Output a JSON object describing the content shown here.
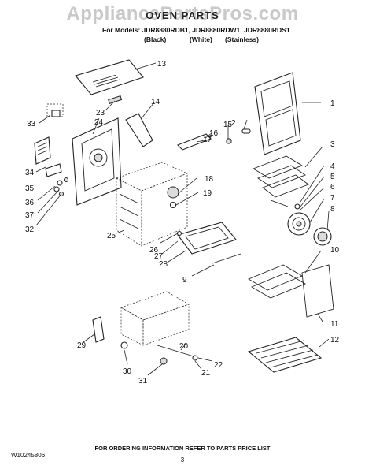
{
  "watermark": "AppliancePartsPros.com",
  "header": {
    "title": "OVEN PARTS",
    "models_line": "For Models: JDR8880RDB1, JDR8880RDW1, JDR8880RDS1",
    "variants": [
      "(Black)",
      "(White)",
      "(Stainless)"
    ]
  },
  "callouts": [
    "1",
    "2",
    "3",
    "4",
    "5",
    "6",
    "7",
    "8",
    "9",
    "10",
    "11",
    "12",
    "13",
    "14",
    "15",
    "16",
    "17",
    "18",
    "19",
    "20",
    "21",
    "22",
    "23",
    "24",
    "25",
    "26",
    "27",
    "28",
    "29",
    "30",
    "31",
    "32",
    "33",
    "34",
    "35",
    "36",
    "37"
  ],
  "footer": {
    "note": "FOR ORDERING INFORMATION REFER TO PARTS PRICE LIST",
    "doc_code": "W10245806",
    "page": "3"
  }
}
